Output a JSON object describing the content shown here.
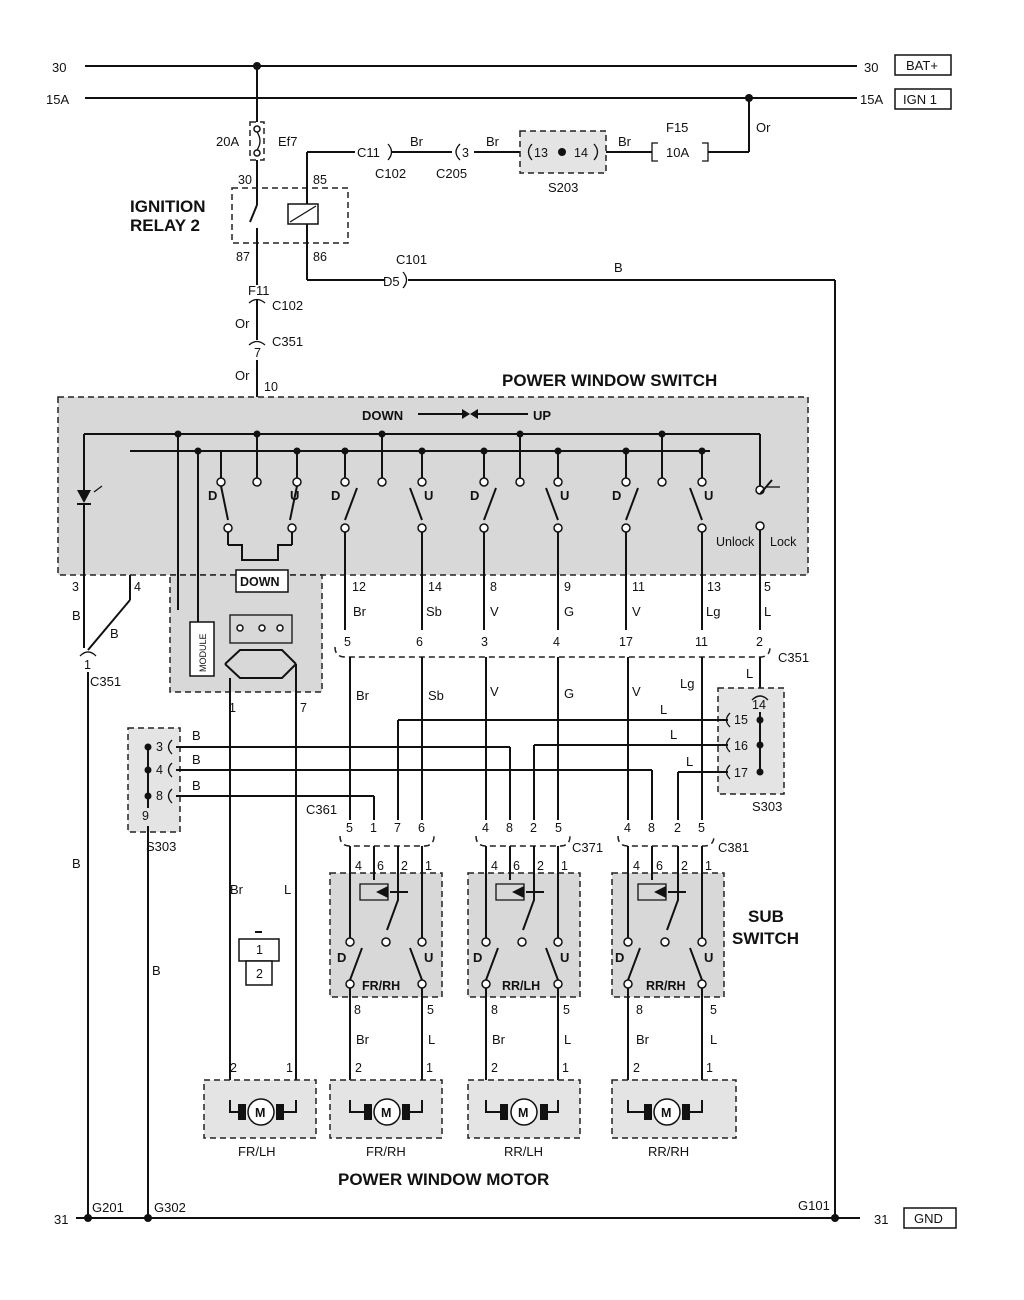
{
  "rails": {
    "bat_left": "30",
    "bat_right": "30",
    "bat_tag": "BAT+",
    "ign_left": "15A",
    "ign_right": "15A",
    "ign_tag": "IGN 1",
    "gnd_left": "31",
    "gnd_right": "31",
    "gnd_tag": "GND"
  },
  "fuses": {
    "ef7_rating": "20A",
    "ef7_name": "Ef7",
    "f15_name": "F15",
    "f15_rating": "10A",
    "f11_name": "F11"
  },
  "relay": {
    "title_line1": "IGNITION",
    "title_line2": "RELAY 2",
    "pin30": "30",
    "pin85": "85",
    "pin87": "87",
    "pin86": "86"
  },
  "connectors": {
    "c11": "C11",
    "c102": "C102",
    "c205": "C205",
    "c205_pin": "3",
    "s203": "S203",
    "s203_a": "13",
    "s203_b": "14",
    "c101": "C101",
    "d5": "D5",
    "c102_b": "C102",
    "c351_top": "C351",
    "c351_pin7": "7",
    "pin10": "10",
    "c351_mid": "C351",
    "c351_left": "C351",
    "c351_left_pin": "1",
    "c361": "C361",
    "c371": "C371",
    "c381": "C381",
    "s303_left": "S303",
    "s303_right": "S303"
  },
  "wire_colors": {
    "br": "Br",
    "or": "Or",
    "b": "B",
    "sb": "Sb",
    "v": "V",
    "g": "G",
    "lg": "Lg",
    "l": "L"
  },
  "switch": {
    "title": "POWER WINDOW SWITCH",
    "down": "DOWN",
    "up": "UP",
    "d": "D",
    "u": "U",
    "unlock": "Unlock",
    "lock": "Lock",
    "down_box": "DOWN",
    "module": "MODULE",
    "out_pins": [
      "3",
      "4",
      "12",
      "14",
      "8",
      "9",
      "11",
      "13",
      "5"
    ],
    "conn_pins": [
      "5",
      "6",
      "3",
      "4",
      "17",
      "11",
      "2"
    ],
    "fr_pins": [
      "1",
      "7"
    ]
  },
  "splices": {
    "left_pins": [
      "3",
      "4",
      "8",
      "9"
    ],
    "right_pins": [
      "14",
      "15",
      "16",
      "17"
    ]
  },
  "sub_switches": {
    "title_line1": "SUB",
    "title_line2": "SWITCH",
    "conn_pins": [
      "5",
      "1",
      "7",
      "6",
      "4",
      "8",
      "2",
      "5",
      "4",
      "8",
      "2",
      "5"
    ],
    "top_pins": [
      "4",
      "6",
      "2",
      "1"
    ],
    "bottom_pins": [
      "8",
      "5"
    ],
    "labels": [
      "FR/RH",
      "RR/LH",
      "RR/RH"
    ]
  },
  "relay_fr": {
    "pin1": "1",
    "pin2": "2"
  },
  "motors": {
    "title": "POWER WINDOW MOTOR",
    "m": "M",
    "labels": [
      "FR/LH",
      "FR/RH",
      "RR/LH",
      "RR/RH"
    ],
    "pins": [
      "2",
      "1"
    ]
  },
  "grounds": {
    "g201": "G201",
    "g302": "G302",
    "g101": "G101"
  }
}
